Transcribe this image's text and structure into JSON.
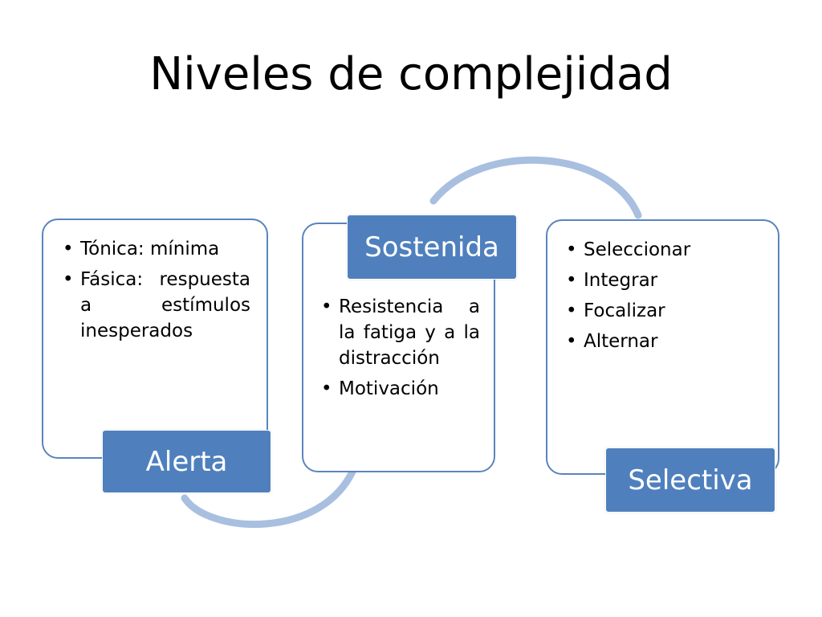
{
  "title": "Niveles de complejidad",
  "colors": {
    "accent": "#4f80bd",
    "border": "#5b84bd",
    "connector": "#a8bfe0"
  },
  "nodes": [
    {
      "label": "Alerta",
      "items": [
        "Tónica: mínima",
        "Fásica: respuesta a estímulos inesperados"
      ]
    },
    {
      "label": "Sostenida",
      "items": [
        "Resistencia a la fatiga y a la distracción",
        "Motivación"
      ]
    },
    {
      "label": "Selectiva",
      "items": [
        "Seleccionar",
        "Integrar",
        "Focalizar",
        "Alternar"
      ]
    }
  ]
}
